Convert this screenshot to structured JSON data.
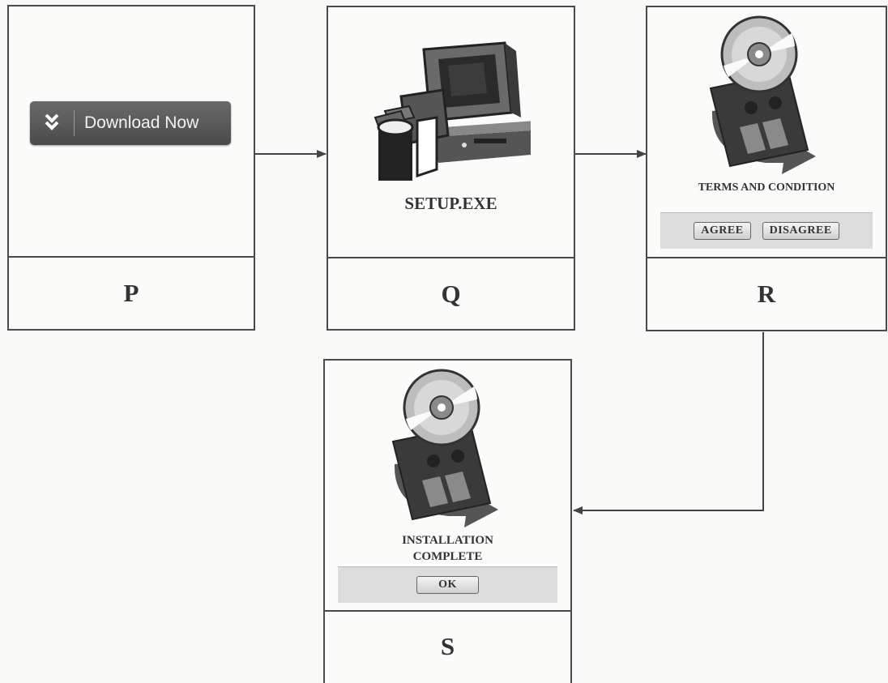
{
  "panels": {
    "p": {
      "label": "P",
      "button_label": "Download Now"
    },
    "q": {
      "label": "Q",
      "caption": "SETUP.EXE"
    },
    "r": {
      "label": "R",
      "caption": "TERMS AND CONDITION",
      "agree_label": "AGREE",
      "disagree_label": "DISAGREE"
    },
    "s": {
      "label": "S",
      "caption_line1": "INSTALLATION",
      "caption_line2": "COMPLETE",
      "ok_label": "OK"
    }
  },
  "icons": {
    "p": "download-chevrons-icon",
    "q": "computer-setup-icon",
    "r": "cd-floppy-install-icon",
    "s": "cd-floppy-install-icon"
  },
  "colors": {
    "border": "#4a4a4a",
    "button_dark": "#555555",
    "bar": "#dcdcdc"
  }
}
